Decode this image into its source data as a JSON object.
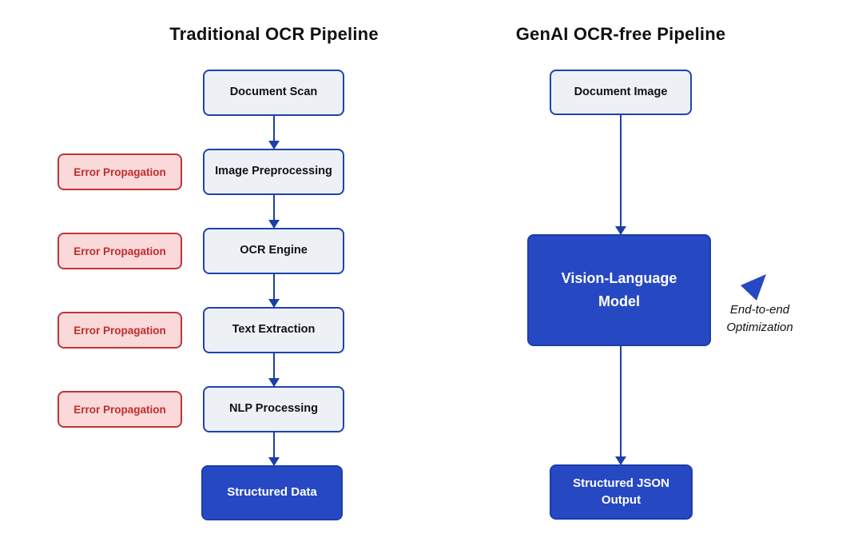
{
  "left_pipeline": {
    "title": "Traditional OCR Pipeline",
    "nodes": [
      "Document Scan",
      "Image Preprocessing",
      "OCR Engine",
      "Text Extraction",
      "NLP Processing",
      "Structured Data"
    ],
    "error_label": "Error Propagation"
  },
  "right_pipeline": {
    "title": "GenAI OCR-free Pipeline",
    "nodes": [
      "Document Image",
      "Vision-Language Model",
      "Structured JSON Output"
    ],
    "annotation_line1": "End-to-end",
    "annotation_line2": "Optimization"
  },
  "colors": {
    "node_fill_light": "#EDF1F6",
    "node_border_blue": "#1E43AE",
    "node_fill_solid": "#2648C3",
    "node_text_solid": "#FFFFFF",
    "arrow_blue": "#1C3EA8",
    "error_fill": "#F9D9D9",
    "error_border": "#C23434",
    "error_text": "#C22B2B",
    "title_text": "#111111"
  }
}
